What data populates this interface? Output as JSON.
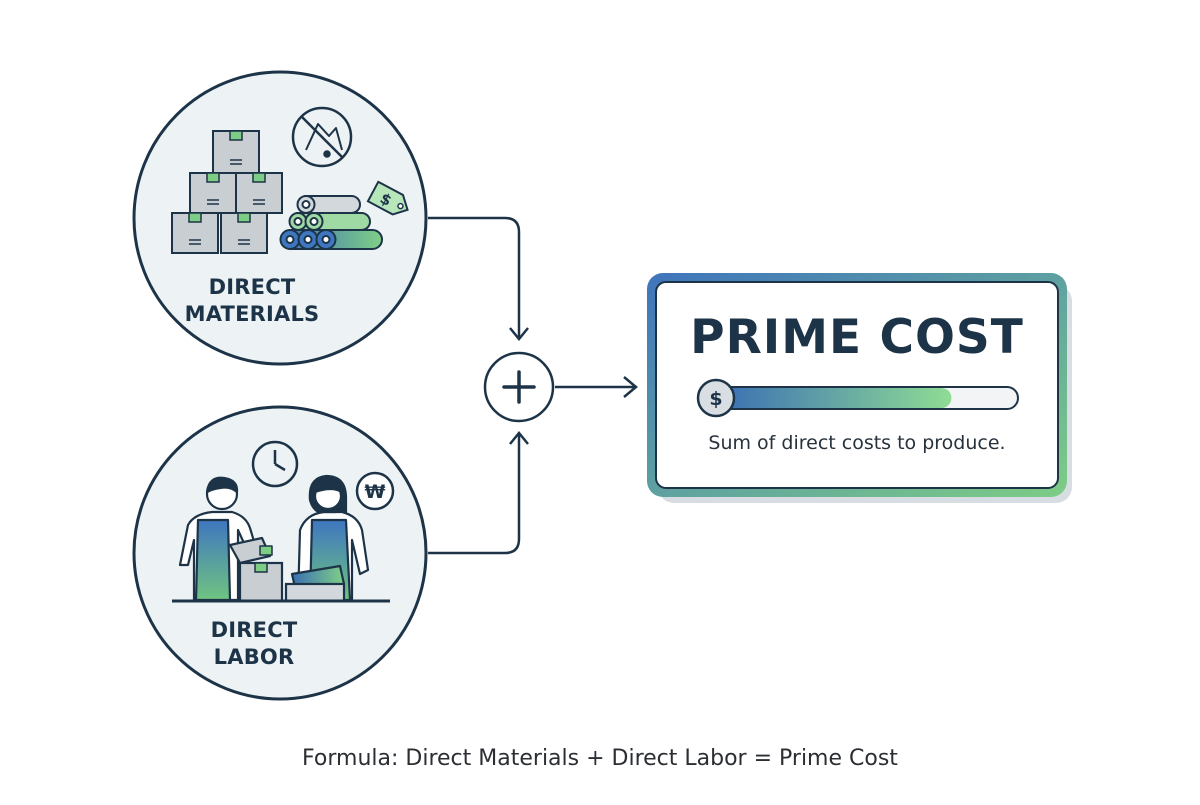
{
  "nodes": {
    "direct_materials": {
      "line1": "DIRECT",
      "line2": "MATERIALS"
    },
    "direct_labor": {
      "line1": "DIRECT",
      "line2": "LABOR"
    }
  },
  "operator": {
    "symbol": "+",
    "icon": "plus-icon"
  },
  "result": {
    "title": "PRIME COST",
    "description": "Sum of direct costs to produce.",
    "meter_icon_label": "$",
    "meter_fill": 0.78
  },
  "icons": {
    "materials": [
      "box-stack-icon",
      "fabric-rolls-icon",
      "price-tag-icon",
      "no-waste-icon"
    ],
    "labor": [
      "worker-icon",
      "clock-icon",
      "won-coin-icon"
    ],
    "tag_text": "$",
    "coin_text": "₩"
  },
  "formula": "Formula: Direct Materials + Direct Labor = Prime Cost",
  "colors": {
    "ink": "#1d3448",
    "blue": "#3f7cc0",
    "green": "#7dcd85",
    "circle_fill": "#edf2f5",
    "box_fill": "#c9ced3"
  }
}
